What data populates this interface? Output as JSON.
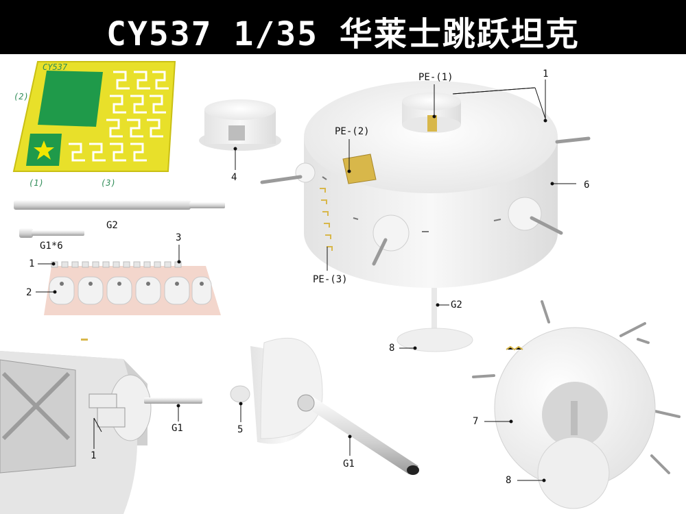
{
  "title": "CY537 1/35 华莱士跳跃坦克",
  "pe_sheet": {
    "code": "CY537",
    "labels": [
      "(1)",
      "(2)",
      "(3)"
    ],
    "colors": {
      "fret": "#e8e02a",
      "panel": "#1f9a4a",
      "star": "#f2e600"
    }
  },
  "parts": {
    "barrel_long": "G2",
    "barrel_short": "G1*6",
    "sprue": {
      "labels": [
        "1",
        "2",
        "3"
      ]
    },
    "cupola": "4"
  },
  "main_view": {
    "callouts": [
      "PE-(1)",
      "PE-(2)",
      "PE-(3)",
      "1",
      "6",
      "G2",
      "8"
    ]
  },
  "detail_view": {
    "callouts": [
      "G1",
      "1"
    ]
  },
  "gun_view": {
    "callouts": [
      "5",
      "G1"
    ]
  },
  "bottom_view": {
    "callouts": [
      "7",
      "8"
    ]
  },
  "colors": {
    "title_bg": "#000000",
    "title_fg": "#ffffff",
    "model": "#f4f4f4",
    "shade": "#d9d9d9",
    "sprue_bg": "#f3d6cc",
    "pe_gold": "#d8b74a"
  }
}
